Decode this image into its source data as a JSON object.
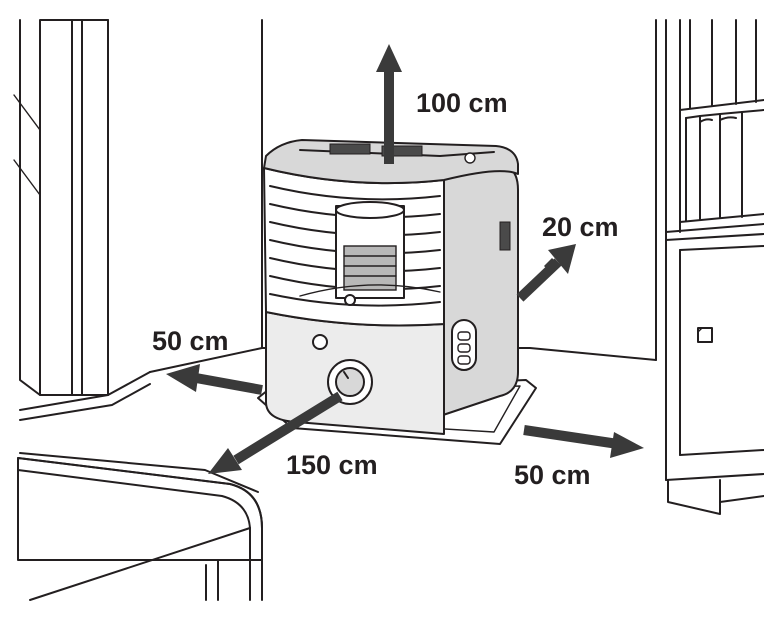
{
  "labels": {
    "top": "100 cm",
    "right_side": "20 cm",
    "left_side": "50 cm",
    "front": "150 cm",
    "right_front": "50 cm"
  },
  "colors": {
    "line": "#231f20",
    "arrow": "#3a3a3a",
    "heater_body": "#d8d8d8",
    "background": "#ffffff"
  }
}
